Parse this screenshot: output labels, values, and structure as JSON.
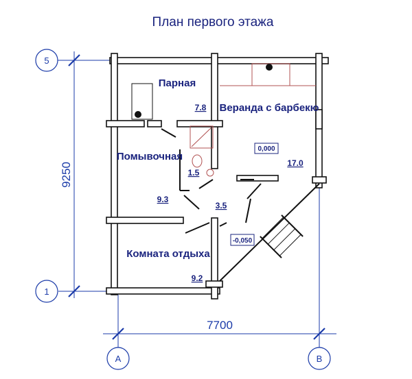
{
  "title": "План первого этажа",
  "axes": {
    "top": "5",
    "bottom": "1",
    "left": "A",
    "right": "B"
  },
  "dimensions": {
    "height": "9250",
    "width": "7700"
  },
  "rooms": [
    {
      "name": "Парная",
      "area": "7.8"
    },
    {
      "name": "Веранда с барбекю",
      "area": "17.0"
    },
    {
      "name": "Помывочная",
      "area": "9.3"
    },
    {
      "name": "Комната отдыха",
      "area": "9.2"
    }
  ],
  "other_areas": {
    "bathroom": "1.5",
    "hall": "3.5"
  },
  "levels": {
    "veranda": "0,000",
    "porch": "-0,050"
  },
  "colors": {
    "text": "#1a237e",
    "dimension": "#1a3aa8",
    "fixture": "#b05050"
  }
}
